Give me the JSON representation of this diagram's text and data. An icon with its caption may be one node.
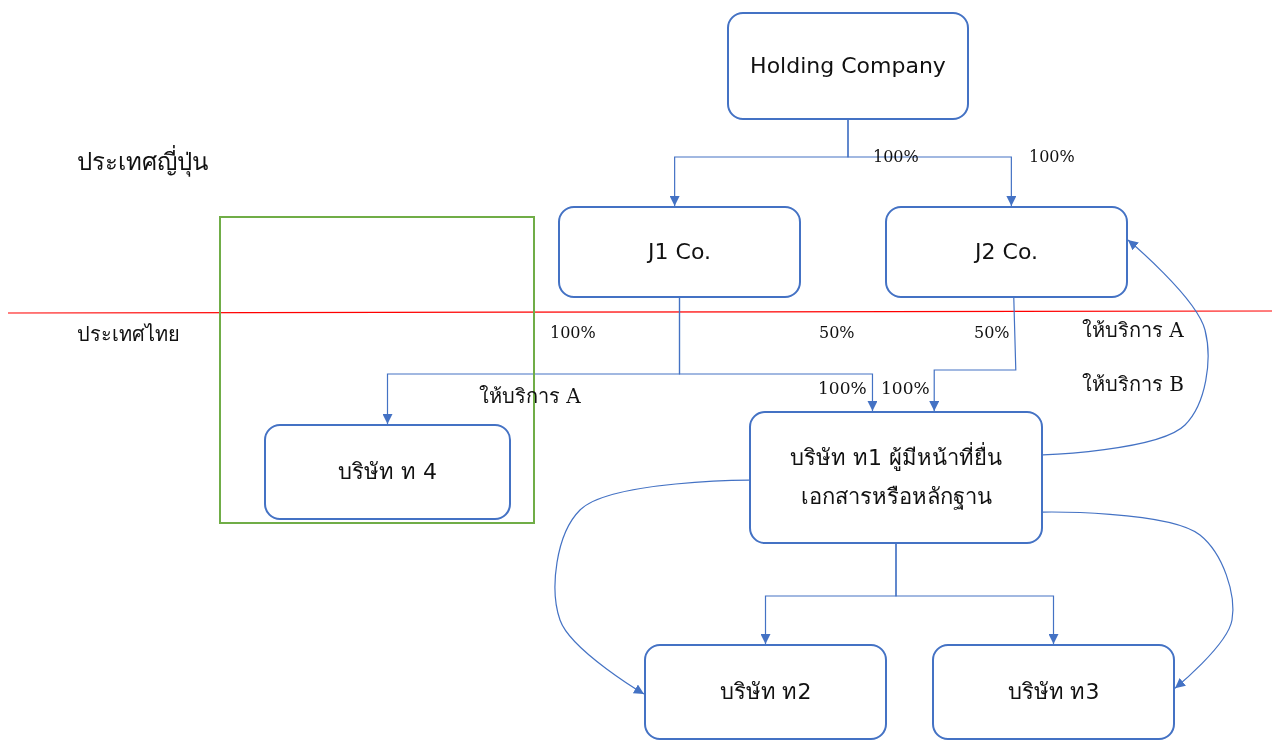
{
  "diagram": {
    "nodes": [
      {
        "text": [
          "Holding Company"
        ]
      },
      {
        "text": [
          "J1 Co."
        ]
      },
      {
        "text": [
          "J2 Co."
        ]
      },
      {
        "text": [],
        "shape": "box"
      },
      {
        "text": [
          "บริษัท ท 4"
        ],
        "in": 3
      },
      {
        "text": [
          "บริษัท ท1 ผู้มีหน้าที่ยื่น เอกสารหรือหลักฐาน"
        ]
      },
      {
        "text": [
          "บริษัท ท2"
        ]
      },
      {
        "text": [
          "บริษัท ท3"
        ]
      }
    ],
    "edges": [
      {
        "from": 0,
        "to": 1,
        "arrow": "to"
      },
      {
        "from": 0,
        "to": 2,
        "arrow": "to"
      },
      {
        "from": 1,
        "to": 4,
        "arrow": "to",
        "label": "100%"
      },
      {
        "from": 1,
        "to": 5,
        "arrow": "to",
        "label": "50%"
      },
      {
        "from": 2,
        "to": 5,
        "arrow": "to",
        "label": "50%"
      },
      {
        "from": 5,
        "to": 2,
        "arrow": "to"
      },
      {
        "from": 5,
        "to": 6,
        "arrow": "to"
      },
      {
        "from": 5,
        "to": 7,
        "arrow": "to"
      },
      {
        "from": 5,
        "to": 6,
        "arrow": "to"
      },
      {
        "from": 5,
        "to": 7,
        "arrow": "to"
      }
    ],
    "labels": [
      "ประเทศญี่ปุ่น",
      "100%",
      "100%",
      "ประเทศไทย",
      "ให้บริการ A",
      "100%",
      "100%",
      "ให้บริการ A",
      "ให้บริการ B"
    ]
  }
}
